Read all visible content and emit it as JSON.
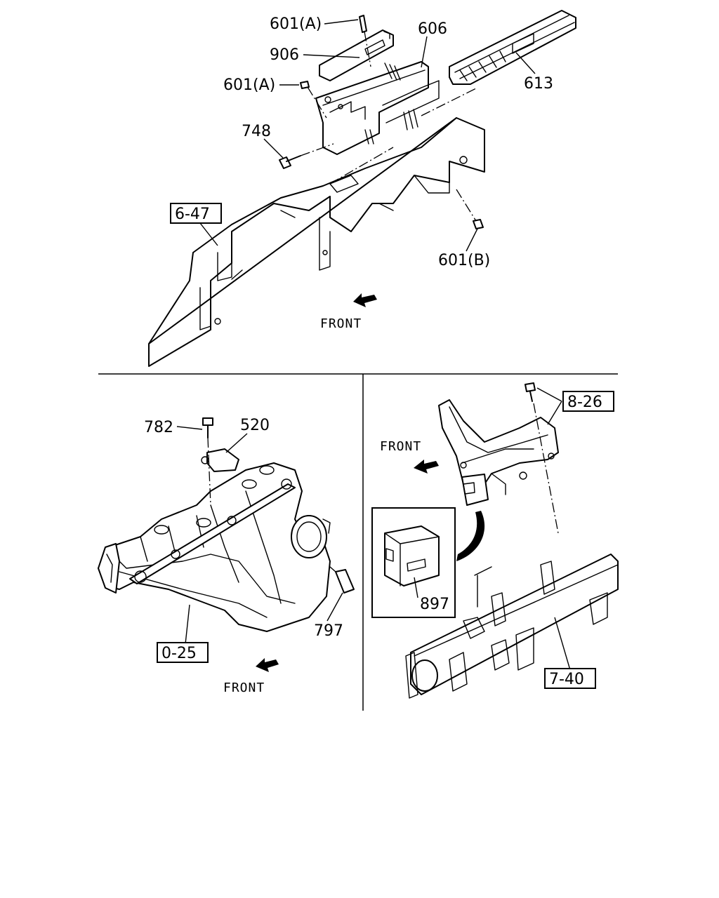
{
  "callouts": {
    "c601a_top": "601(A)",
    "c906": "906",
    "c606": "606",
    "c601a_mid": "601(A)",
    "c613": "613",
    "c748": "748",
    "c601b": "601(B)",
    "c782": "782",
    "c520": "520",
    "c797": "797",
    "c897": "897"
  },
  "refs": {
    "r647": "6-47",
    "r025": "0-25",
    "r826": "8-26",
    "r740": "7-40"
  },
  "front_labels": {
    "top": "FRONT",
    "left": "FRONT",
    "right": "FRONT"
  },
  "icons": [
    "front-arrow-icon"
  ]
}
